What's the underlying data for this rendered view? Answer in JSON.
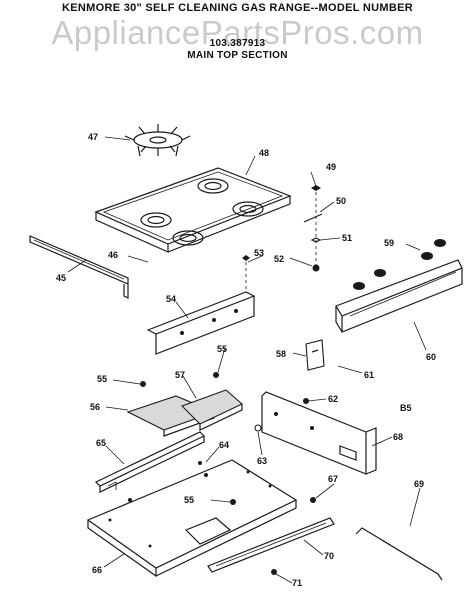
{
  "header": {
    "line1": "KENMORE 30\" SELF CLEANING GAS RANGE--MODEL NUMBER",
    "line2": "103.387913",
    "line3": "MAIN TOP SECTION"
  },
  "watermark": "AppliancePartsPros.com",
  "diagram": {
    "section_code": "B5",
    "callouts": [
      "45",
      "46",
      "47",
      "48",
      "49",
      "50",
      "51",
      "52",
      "53",
      "54",
      "55",
      "55",
      "55",
      "56",
      "57",
      "58",
      "59",
      "60",
      "61",
      "62",
      "63",
      "64",
      "65",
      "66",
      "67",
      "68",
      "69",
      "70",
      "71"
    ]
  }
}
